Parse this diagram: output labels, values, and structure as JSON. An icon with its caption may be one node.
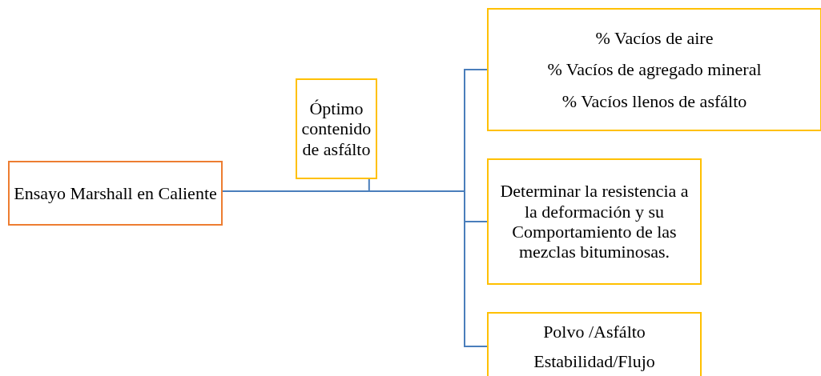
{
  "diagram": {
    "nodes": [
      {
        "text": [
          "Ensayo Marshall en Caliente"
        ]
      },
      {
        "text": [
          "Óptimo contenido de asfálto"
        ]
      },
      {
        "text": [
          "%  Vacíos de aire",
          "% Vacíos de agregado mineral",
          "% Vacíos llenos de asfálto"
        ]
      },
      {
        "text": [
          "Determinar la resistencia  a la deformación y su Comportamiento de las mezclas bituminosas."
        ]
      },
      {
        "text": [
          "Polvo /Asfálto",
          "Estabilidad/Flujo"
        ]
      }
    ],
    "edges": [
      {
        "from": 0,
        "to": 1,
        "arrow": "none"
      },
      {
        "from": 0,
        "to": 2,
        "arrow": "none"
      },
      {
        "from": 0,
        "to": 3,
        "arrow": "none"
      },
      {
        "from": 0,
        "to": 4,
        "arrow": "none"
      }
    ]
  }
}
